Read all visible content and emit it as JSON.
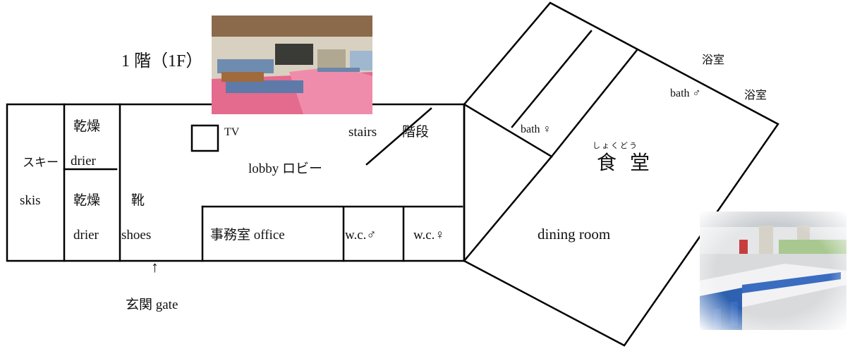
{
  "floor_title": "1 階（1F）",
  "rooms": {
    "ski_jp": "スキー",
    "ski_en": "skis",
    "drier1_jp": "乾燥",
    "drier1_en": "drier",
    "drier2_jp": "乾燥",
    "drier2_en": "drier",
    "shoes_jp": "靴",
    "shoes_en": "shoes",
    "tv": "TV",
    "stairs_en": "stairs",
    "stairs_jp": "階段",
    "lobby": "lobby ロビー",
    "office": "事務室 office",
    "wc_male": "w.c.♂",
    "wc_female": "w.c.♀",
    "gate": "玄関 gate",
    "gate_arrow": "↑",
    "bath_female": "bath ♀",
    "bath_male": "bath ♂",
    "bath_jp_1": "浴室",
    "bath_jp_2": "浴室",
    "dining_ruby": "しょくどう",
    "dining_jp": "食 堂",
    "dining_en": "dining room"
  }
}
